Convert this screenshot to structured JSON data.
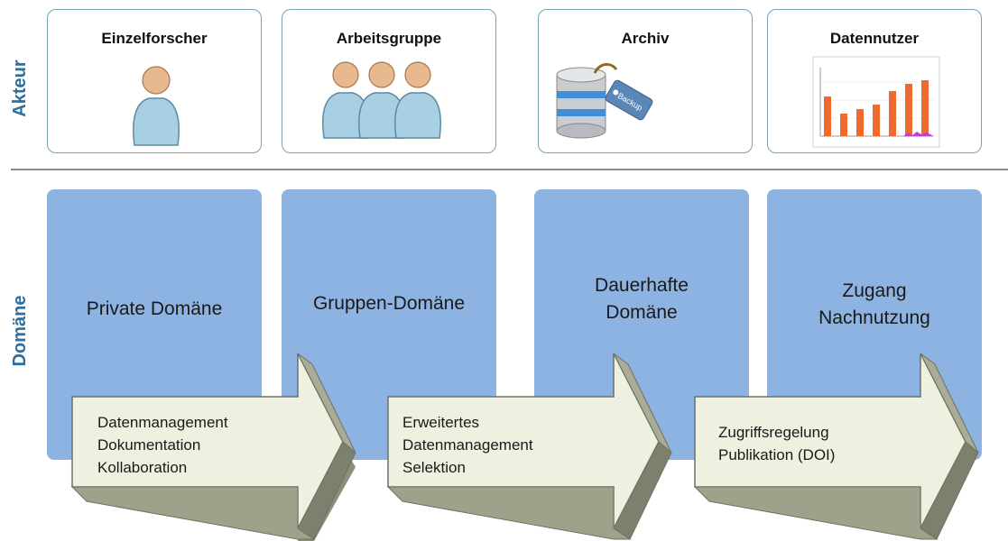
{
  "side_labels": {
    "actor": "Akteur",
    "domain": "Domäne"
  },
  "actors": [
    {
      "title": "Einzelforscher",
      "icon": "person-icon"
    },
    {
      "title": "Arbeitsgruppe",
      "icon": "group-icon"
    },
    {
      "title": "Archiv",
      "icon": "database-backup-icon",
      "tag_text": "Backup"
    },
    {
      "title": "Datennutzer",
      "icon": "bar-chart-icon"
    }
  ],
  "domains": [
    {
      "lines": [
        "Private Domäne"
      ]
    },
    {
      "lines": [
        "Gruppen-Domäne"
      ]
    },
    {
      "lines": [
        "Dauerhafte",
        "Domäne"
      ]
    },
    {
      "lines": [
        "Zugang",
        "Nachnutzung"
      ]
    }
  ],
  "arrows": [
    {
      "lines": [
        "Datenmanagement",
        "Dokumentation",
        "Kollaboration"
      ]
    },
    {
      "lines": [
        "Erweitertes",
        "Datenmanagement",
        "Selektion"
      ]
    },
    {
      "lines": [
        "Zugriffsregelung",
        "Publikation (DOI)"
      ]
    }
  ],
  "colors": {
    "accent": "#2e6f9e",
    "domain_fill": "#8db3e2",
    "arrow_fill": "#eef0e0",
    "arrow_side": "#8c8f7a",
    "person_fill": "#a9cfe3",
    "person_head": "#e8b98f",
    "bar_fill": "#f06a2e"
  }
}
